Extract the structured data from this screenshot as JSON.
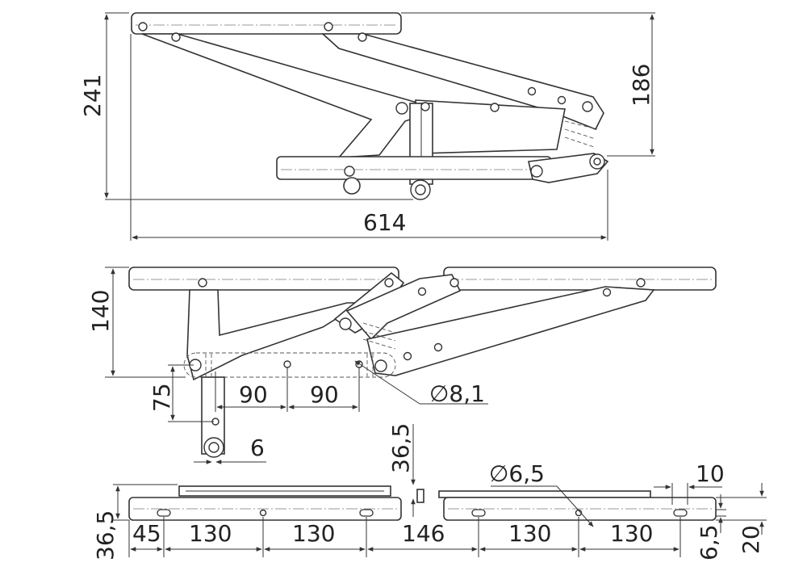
{
  "dimensions": {
    "view1": {
      "height_total": "241",
      "height_upper": "186",
      "length": "614"
    },
    "view2": {
      "height": "140",
      "drop": "75",
      "pitch_a": "90",
      "pitch_b": "90",
      "hole_dia": "∅8,1",
      "pin_offset": "6"
    },
    "view3": {
      "height_left": "36,5",
      "height_mid": "36,5",
      "spacing": [
        "45",
        "130",
        "130",
        "146",
        "130",
        "130"
      ],
      "hole_dia": "∅6,5",
      "edge": "10",
      "slot_off": "6,5",
      "thickness": "20"
    }
  }
}
